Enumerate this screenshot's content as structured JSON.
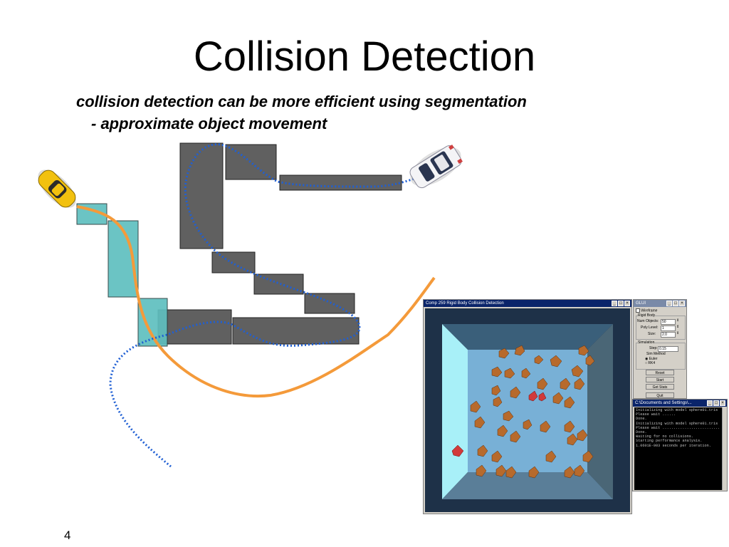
{
  "slide": {
    "title": "Collision Detection",
    "subtitle": "collision detection can be more efficient using segmentation",
    "bullet": "- approximate object movement",
    "page_number": "4"
  },
  "colors": {
    "teal_box": "#5fbfbf",
    "gray_box": "#606060",
    "orange_path": "#f49a3a",
    "blue_path": "#1f5fd4"
  },
  "simulation_window": {
    "title": "Comp 259 Rigid Body Collision Detection"
  },
  "control_panel": {
    "title": "GLUI",
    "wireframe_label": "Wireframe",
    "rigid_body_label": "Rigid Body",
    "num_objects_label": "Num Objects:",
    "num_objects_value": "50",
    "poly_level_label": "Poly Level:",
    "poly_level_value": "1",
    "size_label": "Size:",
    "size_value": "2.0",
    "simulation_label": "Simulation",
    "step_label": "Step:",
    "step_value": "0.15",
    "sim_method_label": "Sim Method",
    "euler_label": "Euler",
    "rk4_label": "RK4",
    "reset_label": "Reset",
    "start_label": "Start",
    "get_stats_label": "Get Stats",
    "quit_label": "Quit"
  },
  "console": {
    "title": "C:\\Documents and Settings\\...",
    "lines": [
      "Initializing with model sphere01.tris",
      "Please wait ......",
      "Done.",
      "Initializing with model sphere01.tris",
      "Please wait ..........................",
      "Done.",
      "Waiting for no collisions.",
      "Starting performance analysis.",
      "1.0601E-003 seconds per iteration."
    ]
  }
}
